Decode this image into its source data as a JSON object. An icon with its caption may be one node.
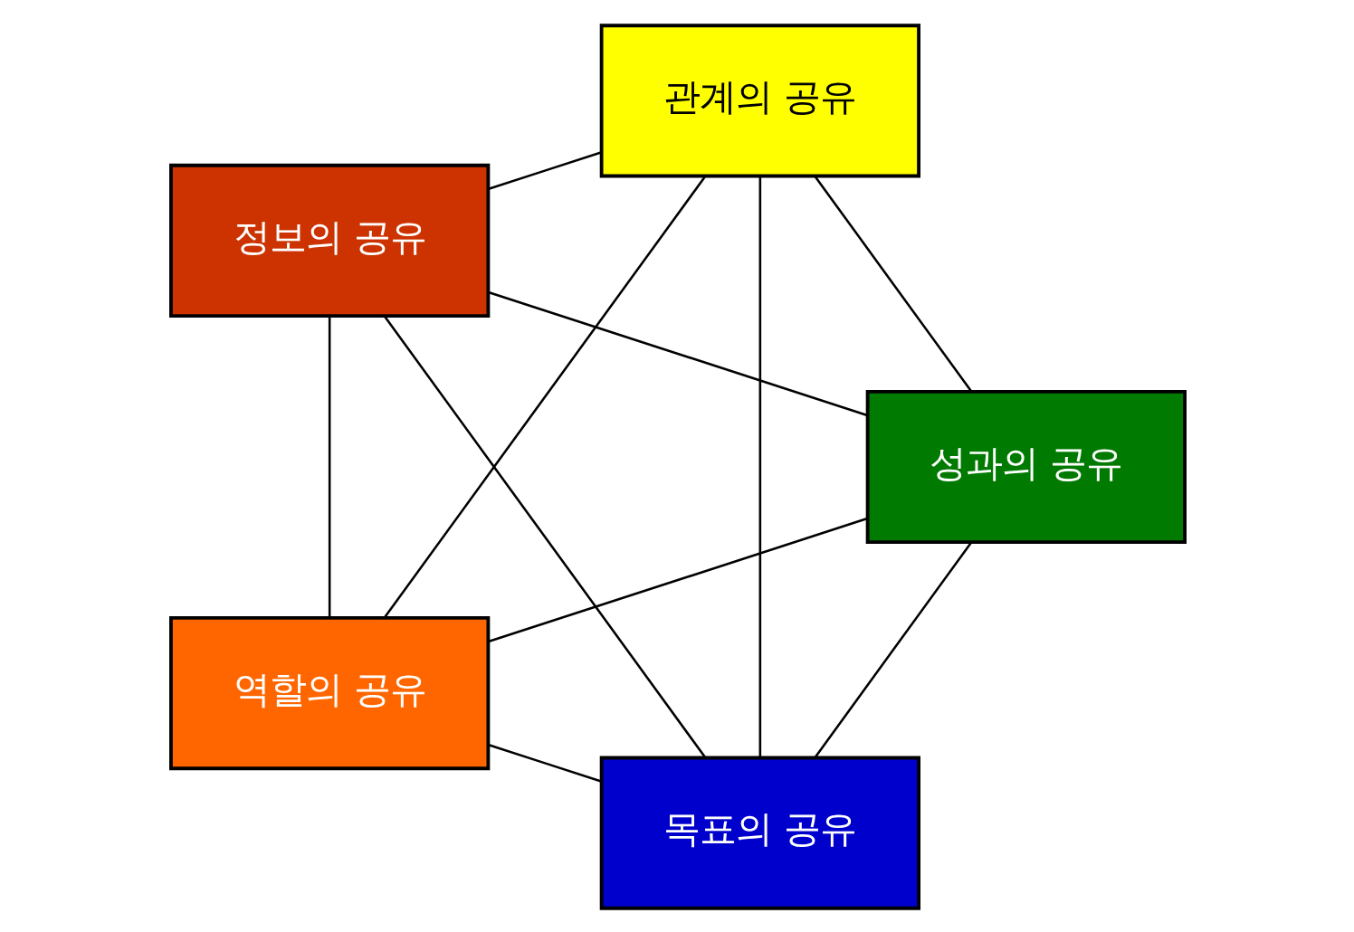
{
  "diagram": {
    "nodes": [
      {
        "text": [
          "목표의 공유"
        ]
      },
      {
        "text": [
          "성과의 공유"
        ]
      },
      {
        "text": [
          "정보의 공유"
        ]
      },
      {
        "text": [
          "관계의 공유"
        ]
      },
      {
        "text": [
          "역할의 공유"
        ]
      }
    ],
    "edges": [
      {
        "from": 0,
        "to": 2,
        "arrow": "none"
      },
      {
        "from": 2,
        "to": 4,
        "arrow": "none"
      },
      {
        "from": 4,
        "to": 3,
        "arrow": "none"
      },
      {
        "from": 3,
        "to": 1,
        "arrow": "none"
      },
      {
        "from": 1,
        "to": 0,
        "arrow": "none"
      },
      {
        "from": 0,
        "to": 3,
        "arrow": "none"
      },
      {
        "from": 0,
        "to": 4,
        "arrow": "none"
      },
      {
        "from": 1,
        "to": 2,
        "arrow": "none"
      },
      {
        "from": 1,
        "to": 4,
        "arrow": "none"
      },
      {
        "from": 2,
        "to": 3,
        "arrow": "none"
      }
    ]
  }
}
